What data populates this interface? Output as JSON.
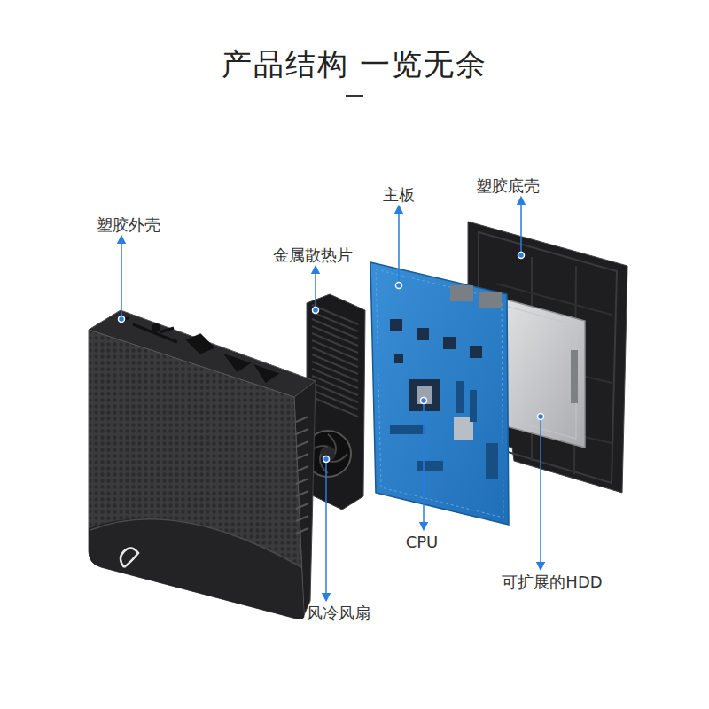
{
  "diagram": {
    "title": "产品结构 一览无余",
    "labels": [
      "塑胶外壳",
      "金属散热片",
      "主板",
      "塑胶底壳",
      "CPU",
      "风冷风扇",
      "可扩展的HDD"
    ]
  }
}
